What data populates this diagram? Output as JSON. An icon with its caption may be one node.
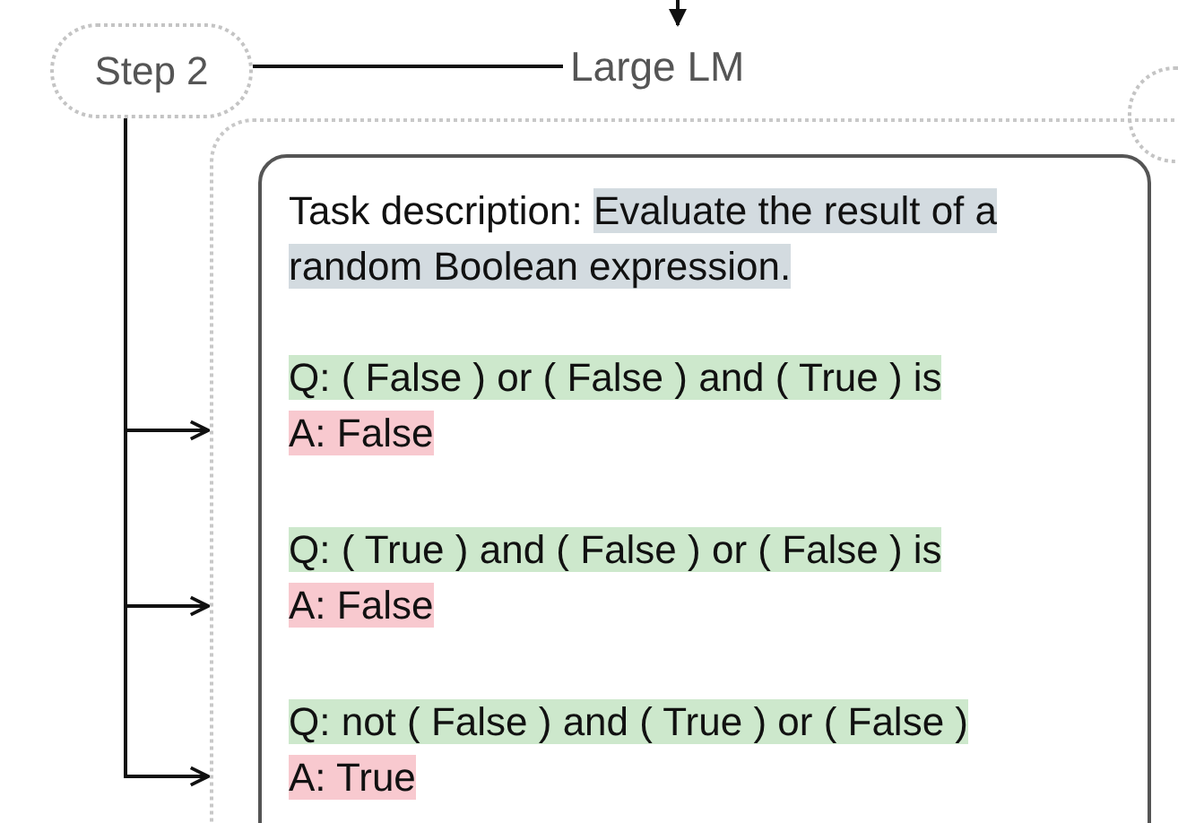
{
  "diagram": {
    "nodes": [
      {
        "text": [
          "Step 2"
        ]
      },
      {
        "text": [
          "Large LM"
        ]
      },
      {
        "text": [],
        "shape": "box"
      },
      {
        "text": [
          "Task description:",
          "Evaluate the result of a random Boolean expression.",
          "Q: ( False ) or ( False ) and ( True ) is",
          "A: False",
          "Q: ( True ) and ( False ) or ( False ) is",
          "A: False",
          "Q: not ( False ) and ( True ) or ( False )",
          "A: True"
        ],
        "in": 2
      },
      {
        "text": [],
        "shape": "circle"
      }
    ],
    "edges": [
      {
        "from": null,
        "to": 1,
        "arrow": "to"
      },
      {
        "from": 0,
        "to": 1,
        "arrow": "none"
      },
      {
        "from": 0,
        "to": 2,
        "arrow": "to"
      },
      {
        "from": 0,
        "to": 2,
        "arrow": "to"
      },
      {
        "from": 0,
        "to": 2,
        "arrow": "to"
      }
    ]
  }
}
